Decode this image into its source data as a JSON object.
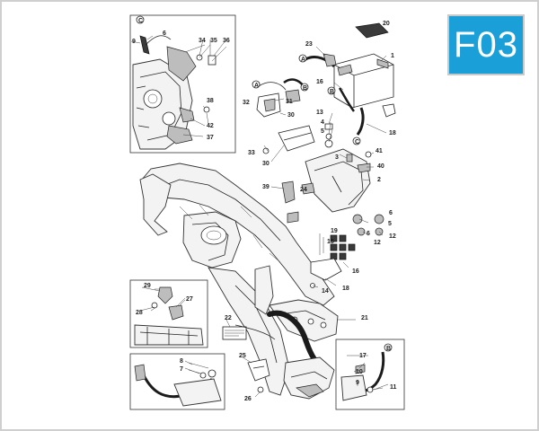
{
  "page_code": "F03",
  "callouts": {
    "c1": "1",
    "c2": "2",
    "c3": "3",
    "c4": "4",
    "c5": "5",
    "c6": "6",
    "c7": "7",
    "c8": "8",
    "c9": "9",
    "c10": "10",
    "c11": "11",
    "c12": "12",
    "c13": "13",
    "c14": "14",
    "c15": "15",
    "c16": "16",
    "c17": "17",
    "c18": "18",
    "c19": "19",
    "c20": "20",
    "c21": "21",
    "c22": "22",
    "c23": "23",
    "c24": "24",
    "c25": "25",
    "c26": "26",
    "c27": "27",
    "c28": "28",
    "c29": "29",
    "c30": "30",
    "c31": "31",
    "c32": "32",
    "c33": "33",
    "c34": "34",
    "c35": "35",
    "c36": "36",
    "c37": "37",
    "c38": "38",
    "c39": "39",
    "c40": "40",
    "c41": "41",
    "c42": "42",
    "A": "A",
    "B": "B",
    "C": "C"
  },
  "colors": {
    "badge": "#1a9fd9",
    "frame_border": "#c9c9c9"
  }
}
